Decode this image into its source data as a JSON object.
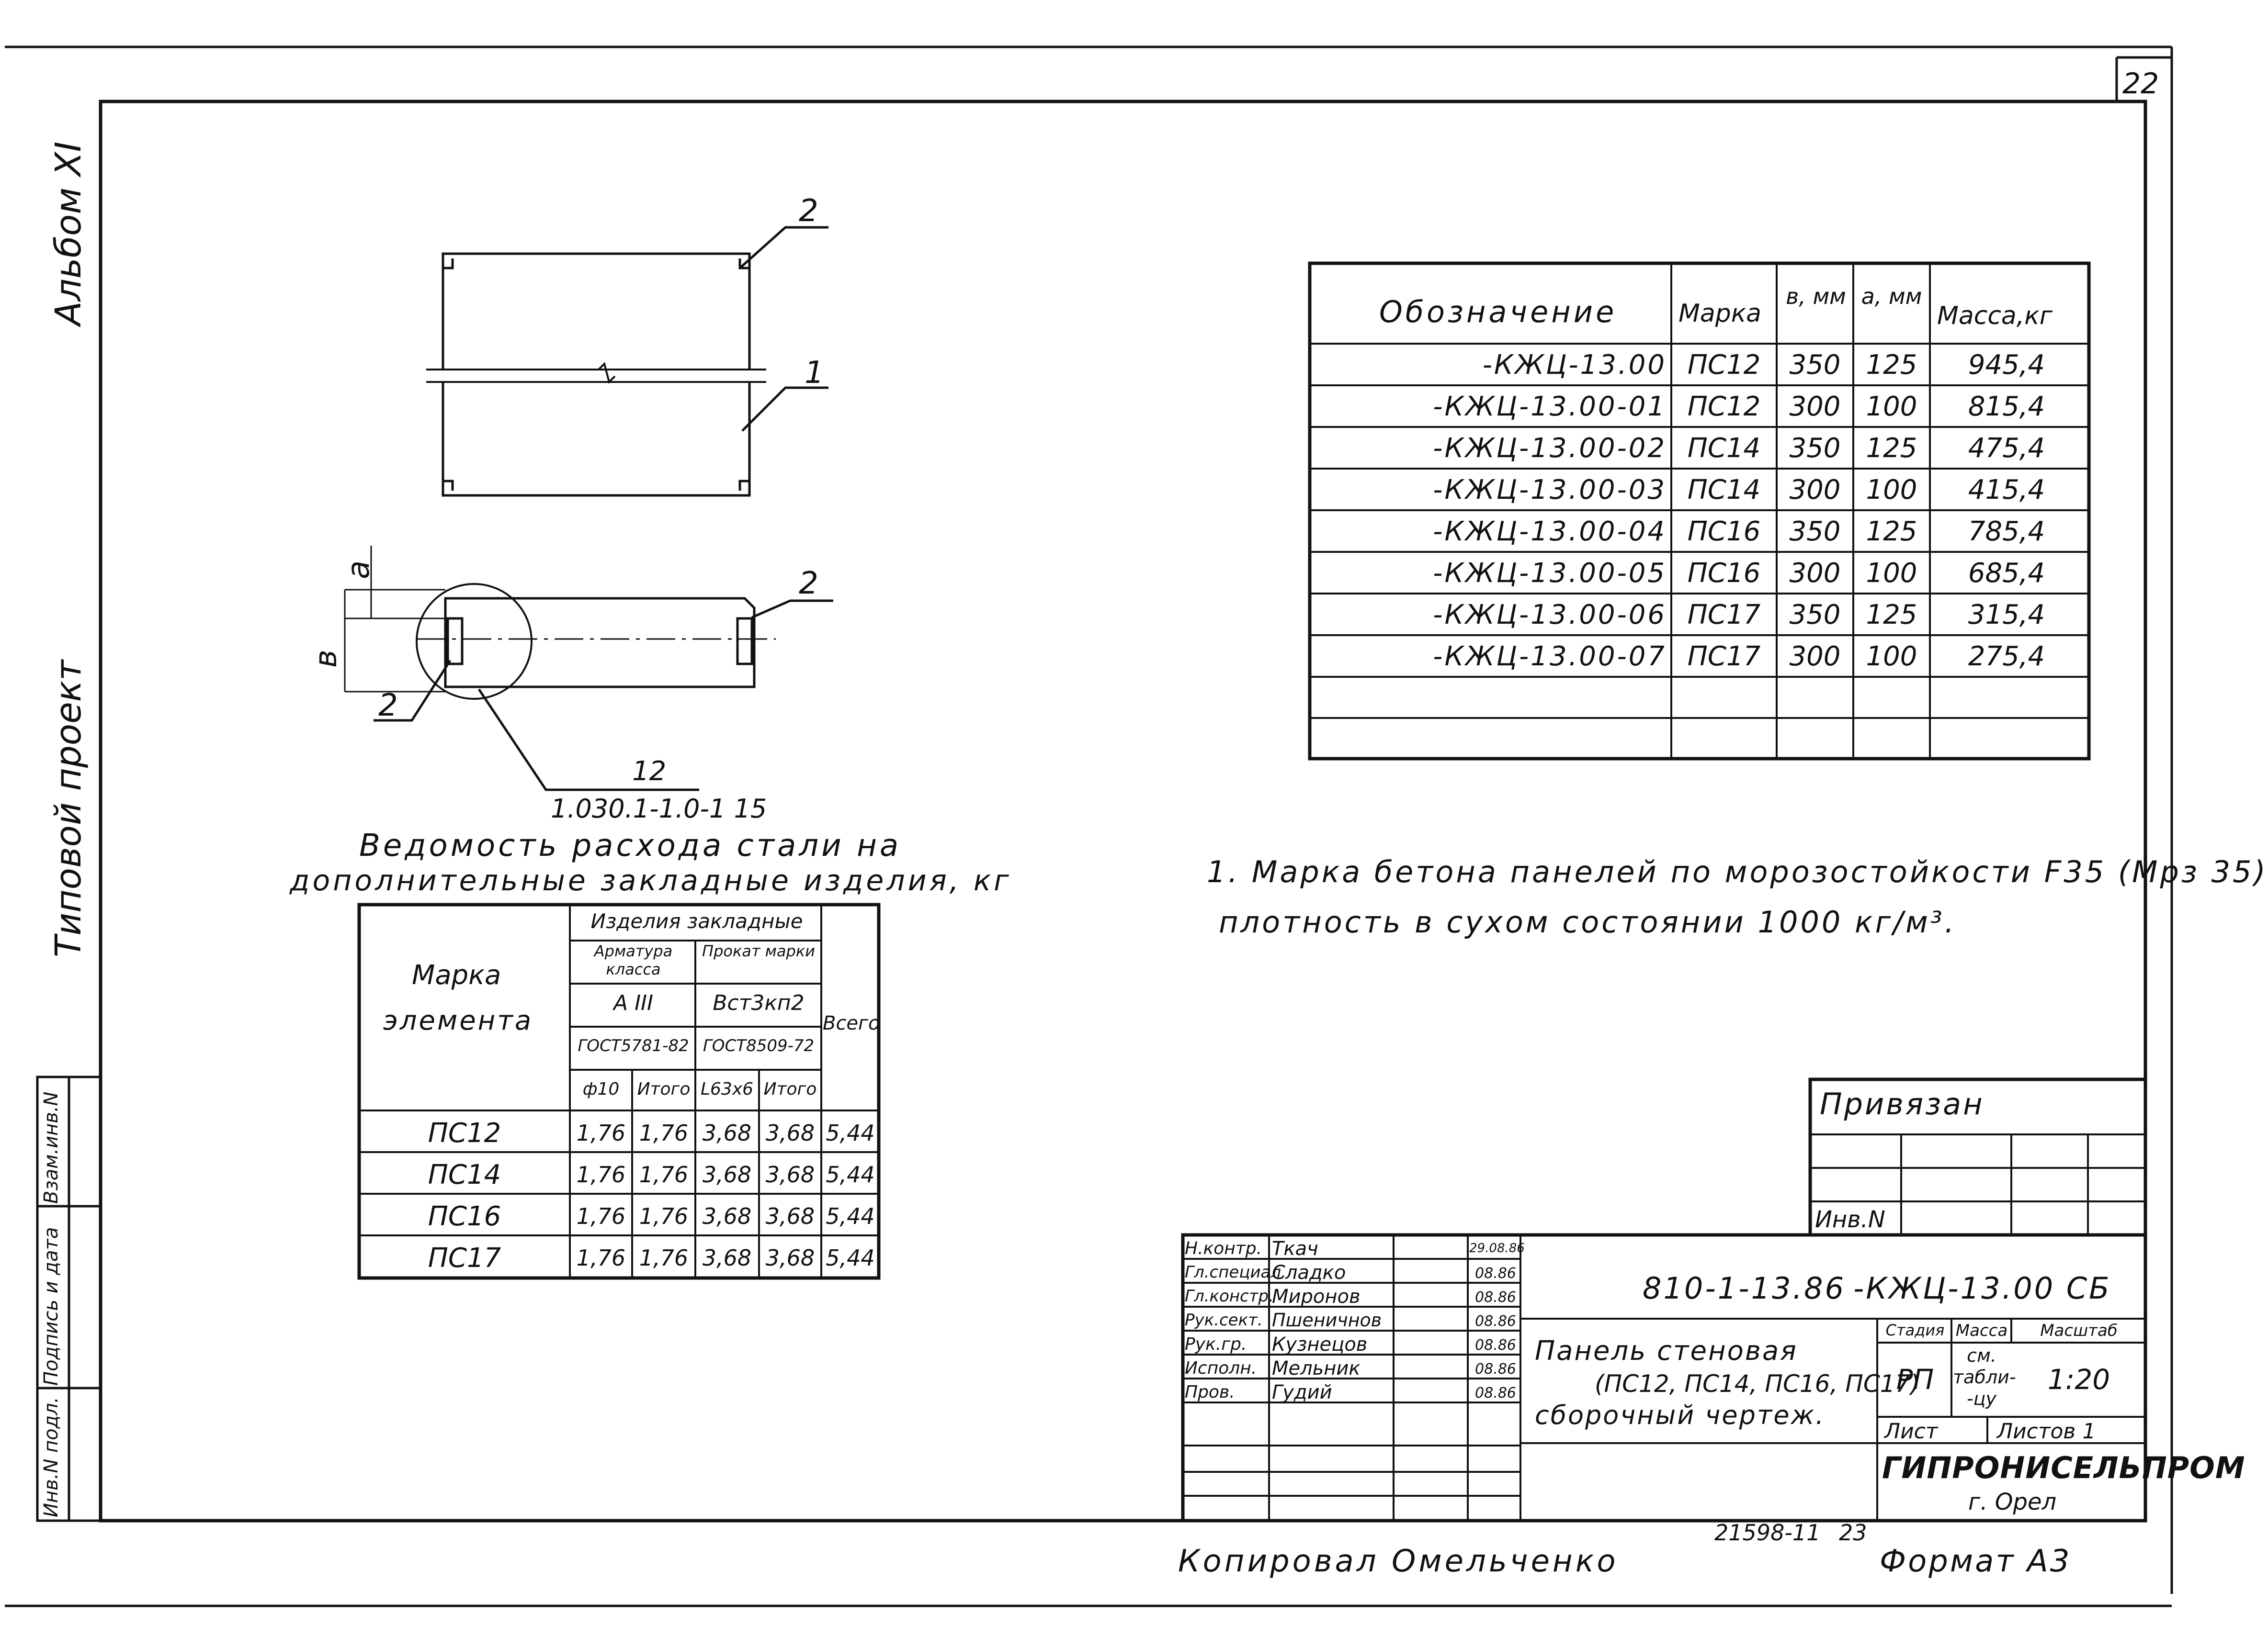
{
  "sheet_number": "22",
  "album_label": "Альбом XI",
  "project_label": "Типовой проект",
  "left_stamp": {
    "inv_podl": "Инв.N подл.",
    "sign_date": "Подпись и дата",
    "vzam_inv": "Взам.инв.N"
  },
  "drawing": {
    "callout_1": "1",
    "callout_2": "2",
    "callout_12": "12",
    "callout_12_ref": "1.030.1-1.0-1 15",
    "dim_a": "а",
    "dim_v": "в"
  },
  "mass_table": {
    "headers": [
      "Обозначение",
      "Марка",
      "в, мм",
      "а, мм",
      "Масса,кг"
    ],
    "rows": [
      [
        "-КЖЦ-13.00",
        "ПС12",
        "350",
        "125",
        "945,4"
      ],
      [
        "-КЖЦ-13.00-01",
        "ПС12",
        "300",
        "100",
        "815,4"
      ],
      [
        "-КЖЦ-13.00-02",
        "ПС14",
        "350",
        "125",
        "475,4"
      ],
      [
        "-КЖЦ-13.00-03",
        "ПС14",
        "300",
        "100",
        "415,4"
      ],
      [
        "-КЖЦ-13.00-04",
        "ПС16",
        "350",
        "125",
        "785,4"
      ],
      [
        "-КЖЦ-13.00-05",
        "ПС16",
        "300",
        "100",
        "685,4"
      ],
      [
        "-КЖЦ-13.00-06",
        "ПС17",
        "350",
        "125",
        "315,4"
      ],
      [
        "-КЖЦ-13.00-07",
        "ПС17",
        "300",
        "100",
        "275,4"
      ]
    ]
  },
  "steel_table": {
    "title_line1": "Ведомость расхода стали на",
    "title_line2": "дополнительные закладные изделия, кг",
    "h_mark1": "Марка",
    "h_mark2": "элемента",
    "h_embedded": "Изделия закладные",
    "h_armatura": "Арматура класса",
    "h_prokat": "Прокат марки",
    "h_class": "А III",
    "h_steel": "Вст3кп2",
    "h_gost1": "ГОСТ5781-82",
    "h_gost2": "ГОСТ8509-72",
    "h_d10": "ф10",
    "h_itogo1": "Итого",
    "h_angle": "L63x6",
    "h_itogo2": "Итого",
    "h_total": "Всего",
    "rows": [
      [
        "ПС12",
        "1,76",
        "1,76",
        "3,68",
        "3,68",
        "5,44"
      ],
      [
        "ПС14",
        "1,76",
        "1,76",
        "3,68",
        "3,68",
        "5,44"
      ],
      [
        "ПС16",
        "1,76",
        "1,76",
        "3,68",
        "3,68",
        "5,44"
      ],
      [
        "ПС17",
        "1,76",
        "1,76",
        "3,68",
        "3,68",
        "5,44"
      ]
    ]
  },
  "note_line1": "1. Марка бетона панелей по морозостойкости F35 (Мрз 35)",
  "note_line2": "плотность в сухом состоянии 1000 кг/м³.",
  "privyazan": {
    "title": "Привязан",
    "inv": "Инв.N"
  },
  "title_block": {
    "code": "810-1-13.86",
    "doc": "-КЖЦ-13.00 СБ",
    "signatures": [
      [
        "Н.контр.",
        "Ткач",
        "29.08.86"
      ],
      [
        "Гл.специал.",
        "Сладко",
        "08.86"
      ],
      [
        "Гл.констр.",
        "Миронов",
        "08.86"
      ],
      [
        "Рук.сект.",
        "Пшеничнов",
        "08.86"
      ],
      [
        "Рук.гр.",
        "Кузнецов",
        "08.86"
      ],
      [
        "Исполн.",
        "Мельник",
        "08.86"
      ],
      [
        "Пров.",
        "Гудий",
        "08.86"
      ]
    ],
    "name_line1": "Панель стеновая",
    "name_line2": "(ПС12, ПС14, ПС16, ПС17)",
    "name_line3": "сборочный чертеж.",
    "h_stage": "Стадия",
    "h_mass": "Масса",
    "h_scale": "Масштаб",
    "stage": "РП",
    "mass_line1": "см.",
    "mass_line2": "табли-",
    "mass_line3": "-цу",
    "scale": "1:20",
    "sheet": "Лист",
    "sheets": "Листов 1",
    "org": "ГИПРОНИСЕЛЬПРОМ",
    "city": "г. Орел"
  },
  "footer": {
    "copied": "Копировал Омельченко",
    "archive": "21598-11",
    "page": "23",
    "format": "Формат А3"
  }
}
